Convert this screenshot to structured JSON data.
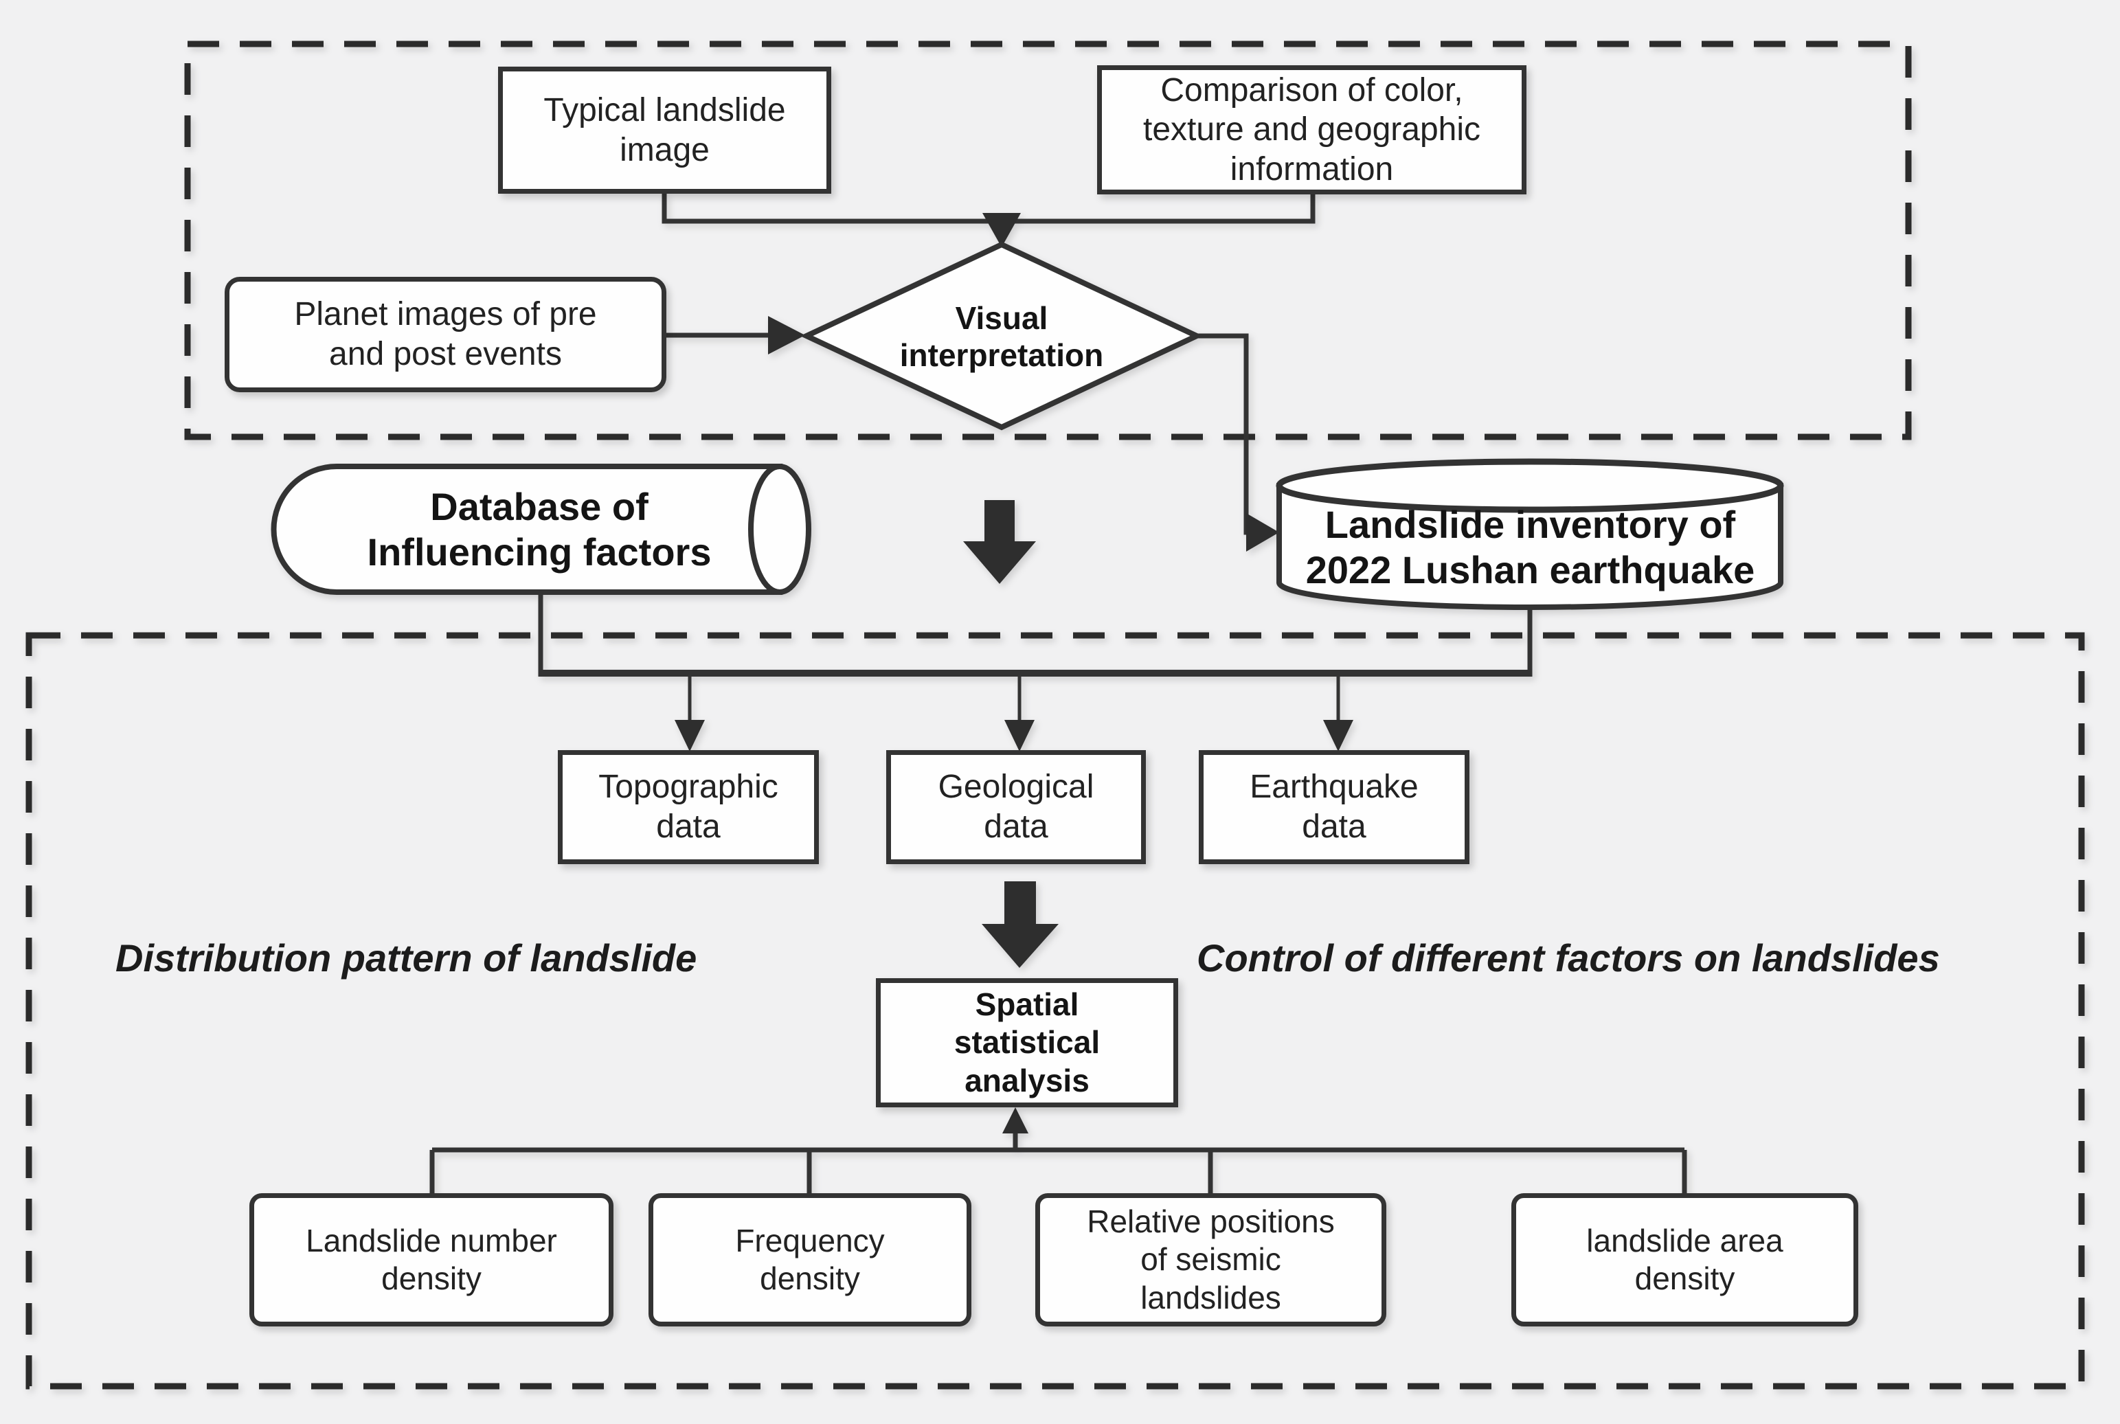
{
  "figure": {
    "colors": {
      "background": "#f1f1f2",
      "line": "#333333",
      "box_fill": "#fefefe",
      "box_border": "#333333",
      "text": "#1c1c1c"
    },
    "interpretation_stage": {
      "typical_image_box": "Typical landslide image",
      "comparison_box": "Comparison of color, texture and geographic information",
      "planet_images_box": "Planet images of pre and post events",
      "decision_diamond": "Visual interpretation"
    },
    "datasets": {
      "influencing_factors_db": "Database of Influencing factors",
      "landslide_inventory_db": "Landslide inventory of 2022 Lushan earthquake"
    },
    "analysis_stage": {
      "data_boxes": [
        {
          "label": "Topographic data"
        },
        {
          "label": "Geological data"
        },
        {
          "label": "Earthquake data"
        }
      ],
      "distribution_label": "Distribution pattern of landslide",
      "control_label": "Control of different factors on landslides",
      "spatial_box": "Spatial statistical analysis",
      "metric_boxes": [
        {
          "label": "Landslide number density"
        },
        {
          "label": "Frequency density"
        },
        {
          "label": "Relative positions of seismic landslides"
        },
        {
          "label": "landslide area density"
        }
      ]
    }
  }
}
